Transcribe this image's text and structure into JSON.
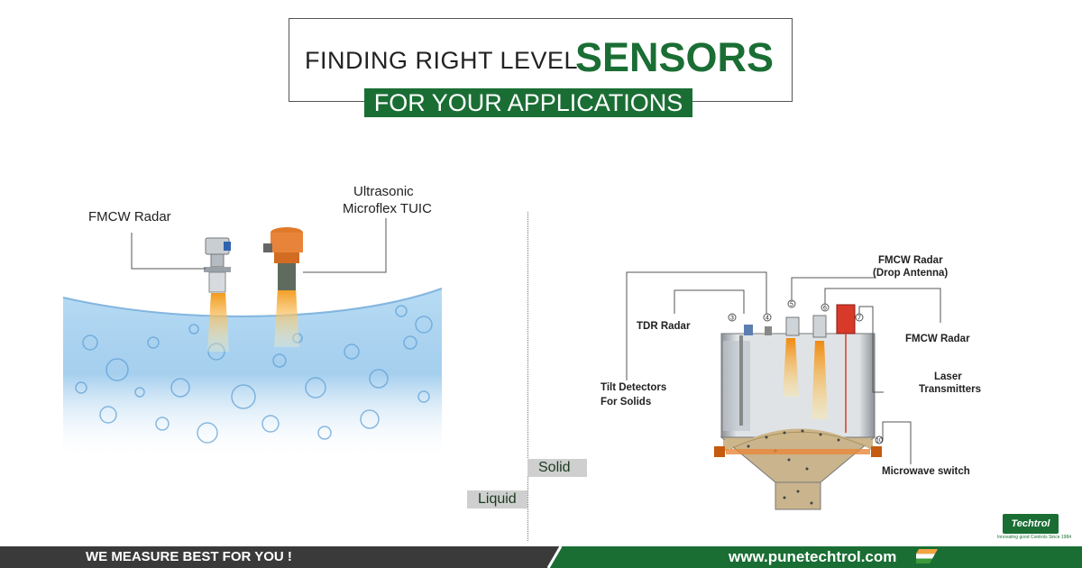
{
  "title": {
    "line1": "FINDING RIGHT LEVEL",
    "line1_strong": "SENSORS",
    "line2": "FOR YOUR APPLICATIONS"
  },
  "liquid_section": {
    "labels": {
      "fmcw": "FMCW Radar",
      "ultrasonic_1": "Ultrasonic",
      "ultrasonic_2": "Microflex TUIC"
    },
    "tag": "Liquid"
  },
  "solid_section": {
    "tag": "Solid",
    "labels": {
      "fmcw_drop_1": "FMCW Radar",
      "fmcw_drop_2": "(Drop Antenna)",
      "tdr": "TDR Radar",
      "fmcw": "FMCW Radar",
      "tilt_1": "Tilt Detectors",
      "tilt_2": "For Solids",
      "laser_1": "Laser",
      "laser_2": "Transmitters",
      "microwave": "Microwave switch"
    },
    "callouts": [
      "3",
      "4",
      "5",
      "6",
      "7",
      "10"
    ]
  },
  "footer": {
    "tagline": "WE MEASURE BEST FOR YOU  !",
    "website": "www.punetechtrol.com"
  },
  "logo": {
    "name": "Techtrol",
    "subtitle": "Innovating good Controls Since 1984"
  },
  "colors": {
    "brand_green": "#1a6e34",
    "dark_bar": "#3a3a3a",
    "water_blue": "#7fb8e0",
    "beam_orange": "#f0a030"
  },
  "icons": [
    "fmcw-radar-sensor-icon",
    "ultrasonic-sensor-icon",
    "silo-illustration",
    "india-flag-icon"
  ]
}
